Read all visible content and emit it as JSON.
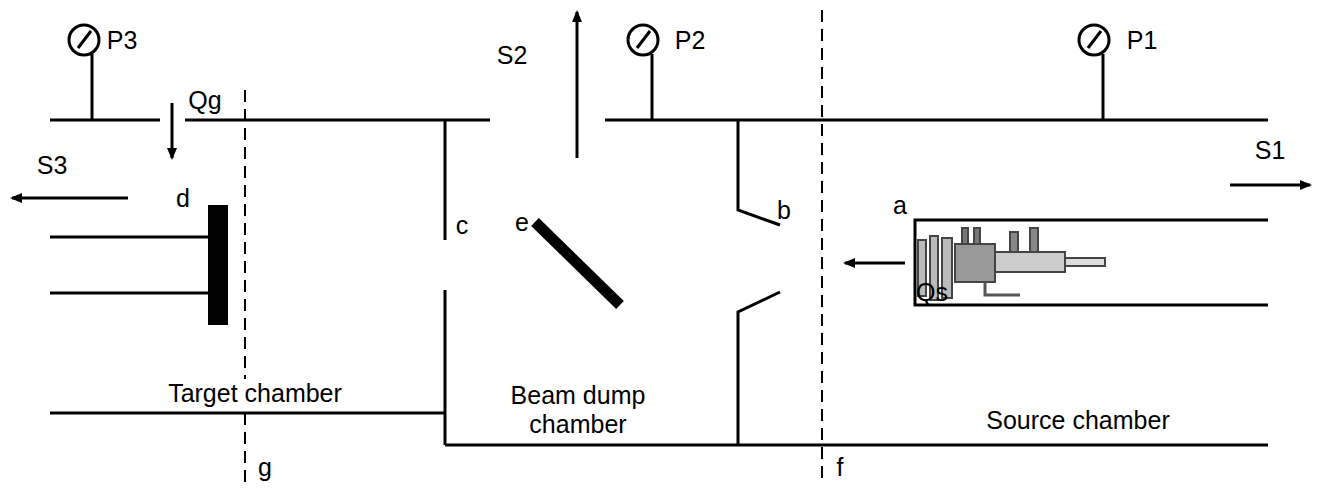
{
  "diagram": {
    "labels": [
      "P3",
      "Qg",
      "S3",
      "d",
      "c",
      "e",
      "S2",
      "P2",
      "b",
      "f",
      "P1",
      "a",
      "S1",
      "Qs",
      "Target chamber",
      "Beam dump chamber",
      "Source chamber",
      "g"
    ]
  }
}
